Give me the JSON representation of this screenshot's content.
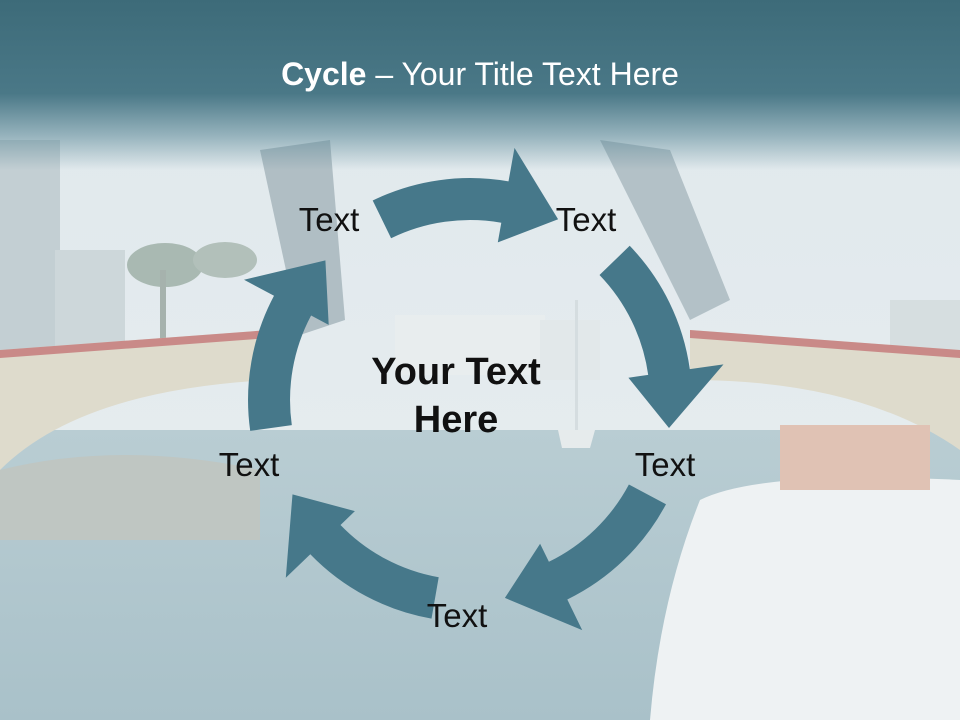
{
  "title": {
    "bold": "Cycle",
    "rest": " – Your Title Text Here"
  },
  "center": {
    "line1": "Your Text",
    "line2": "Here"
  },
  "labels": [
    "Text",
    "Text",
    "Text",
    "Text",
    "Text"
  ],
  "colors": {
    "arrow": "#46788a",
    "title_band": "#3d6b79",
    "title_text": "#ffffff",
    "label_text": "#111111"
  }
}
